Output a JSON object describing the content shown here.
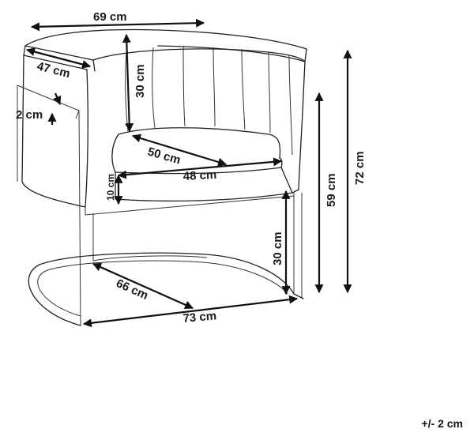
{
  "dimensions": {
    "top_width": "69 cm",
    "armrest_depth": "47 cm",
    "backrest_height": "30 cm",
    "frame_thickness": "2 cm",
    "seat_depth": "50 cm",
    "seat_width": "48 cm",
    "seat_thickness": "10 cm",
    "total_height": "72 cm",
    "seat_height": "59 cm",
    "base_height": "30 cm",
    "base_depth": "66 cm",
    "base_width": "73 cm"
  },
  "tolerance": "+/- 2 cm"
}
